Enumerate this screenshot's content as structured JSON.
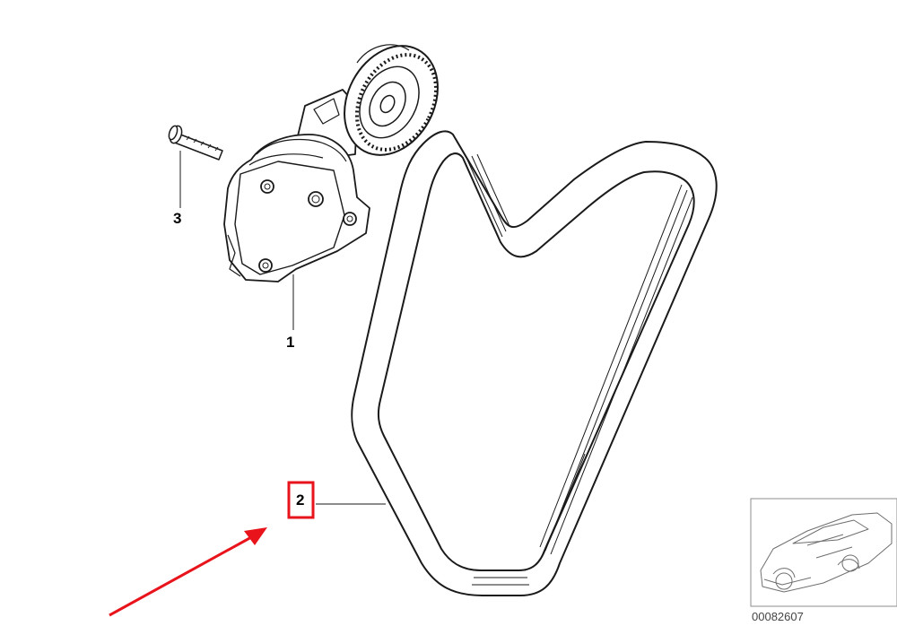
{
  "callouts": {
    "tensioner": "1",
    "belt": "2",
    "bolt": "3"
  },
  "reference_code": "00082607",
  "highlight": {
    "target": "belt",
    "box_color": "#e8131b",
    "arrow_color": "#e8131b"
  },
  "icons": {
    "thumbnail": "car-icon"
  }
}
